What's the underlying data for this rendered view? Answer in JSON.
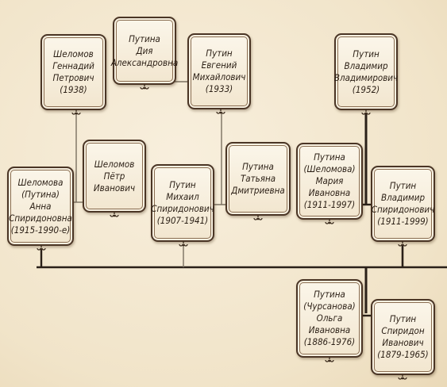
{
  "people": [
    {
      "id": "shelomov-gennady",
      "text": "Шеломов\nГеннадий\nПетрович\n(1938)"
    },
    {
      "id": "putina-diya",
      "text": "Путина\nДия\nАлександровна"
    },
    {
      "id": "putin-evgeny",
      "text": "Путин\nЕвгений\nМихайлович\n(1933)"
    },
    {
      "id": "putin-vladimir-1952",
      "text": "Путин\nВладимир\nВладимирович\n(1952)"
    },
    {
      "id": "shelomov-petr",
      "text": "Шеломов\nПётр\nИванович"
    },
    {
      "id": "shelomova-anna",
      "text": "Шеломова\n(Путина)\nАнна\nСпиридоновна\n(1915-1990-е)"
    },
    {
      "id": "putin-mikhail",
      "text": "Путин\nМихаил\nСпиридонович\n(1907-1941)"
    },
    {
      "id": "putina-tatyana",
      "text": "Путина\nТатьяна\nДмитриевна"
    },
    {
      "id": "putina-maria",
      "text": "Путина\n(Шеломова)\nМария\nИвановна\n(1911-1997)"
    },
    {
      "id": "putin-vladimir-1911",
      "text": "Путин\nВладимир\nСпиридонович\n(1911-1999)"
    },
    {
      "id": "putina-olga",
      "text": "Путина\n(Чурсанова)\nОльга\nИвановна\n(1886-1976)"
    },
    {
      "id": "putin-spiridon",
      "text": "Путин\nСпиридон\nИванович\n(1879-1965)"
    }
  ]
}
